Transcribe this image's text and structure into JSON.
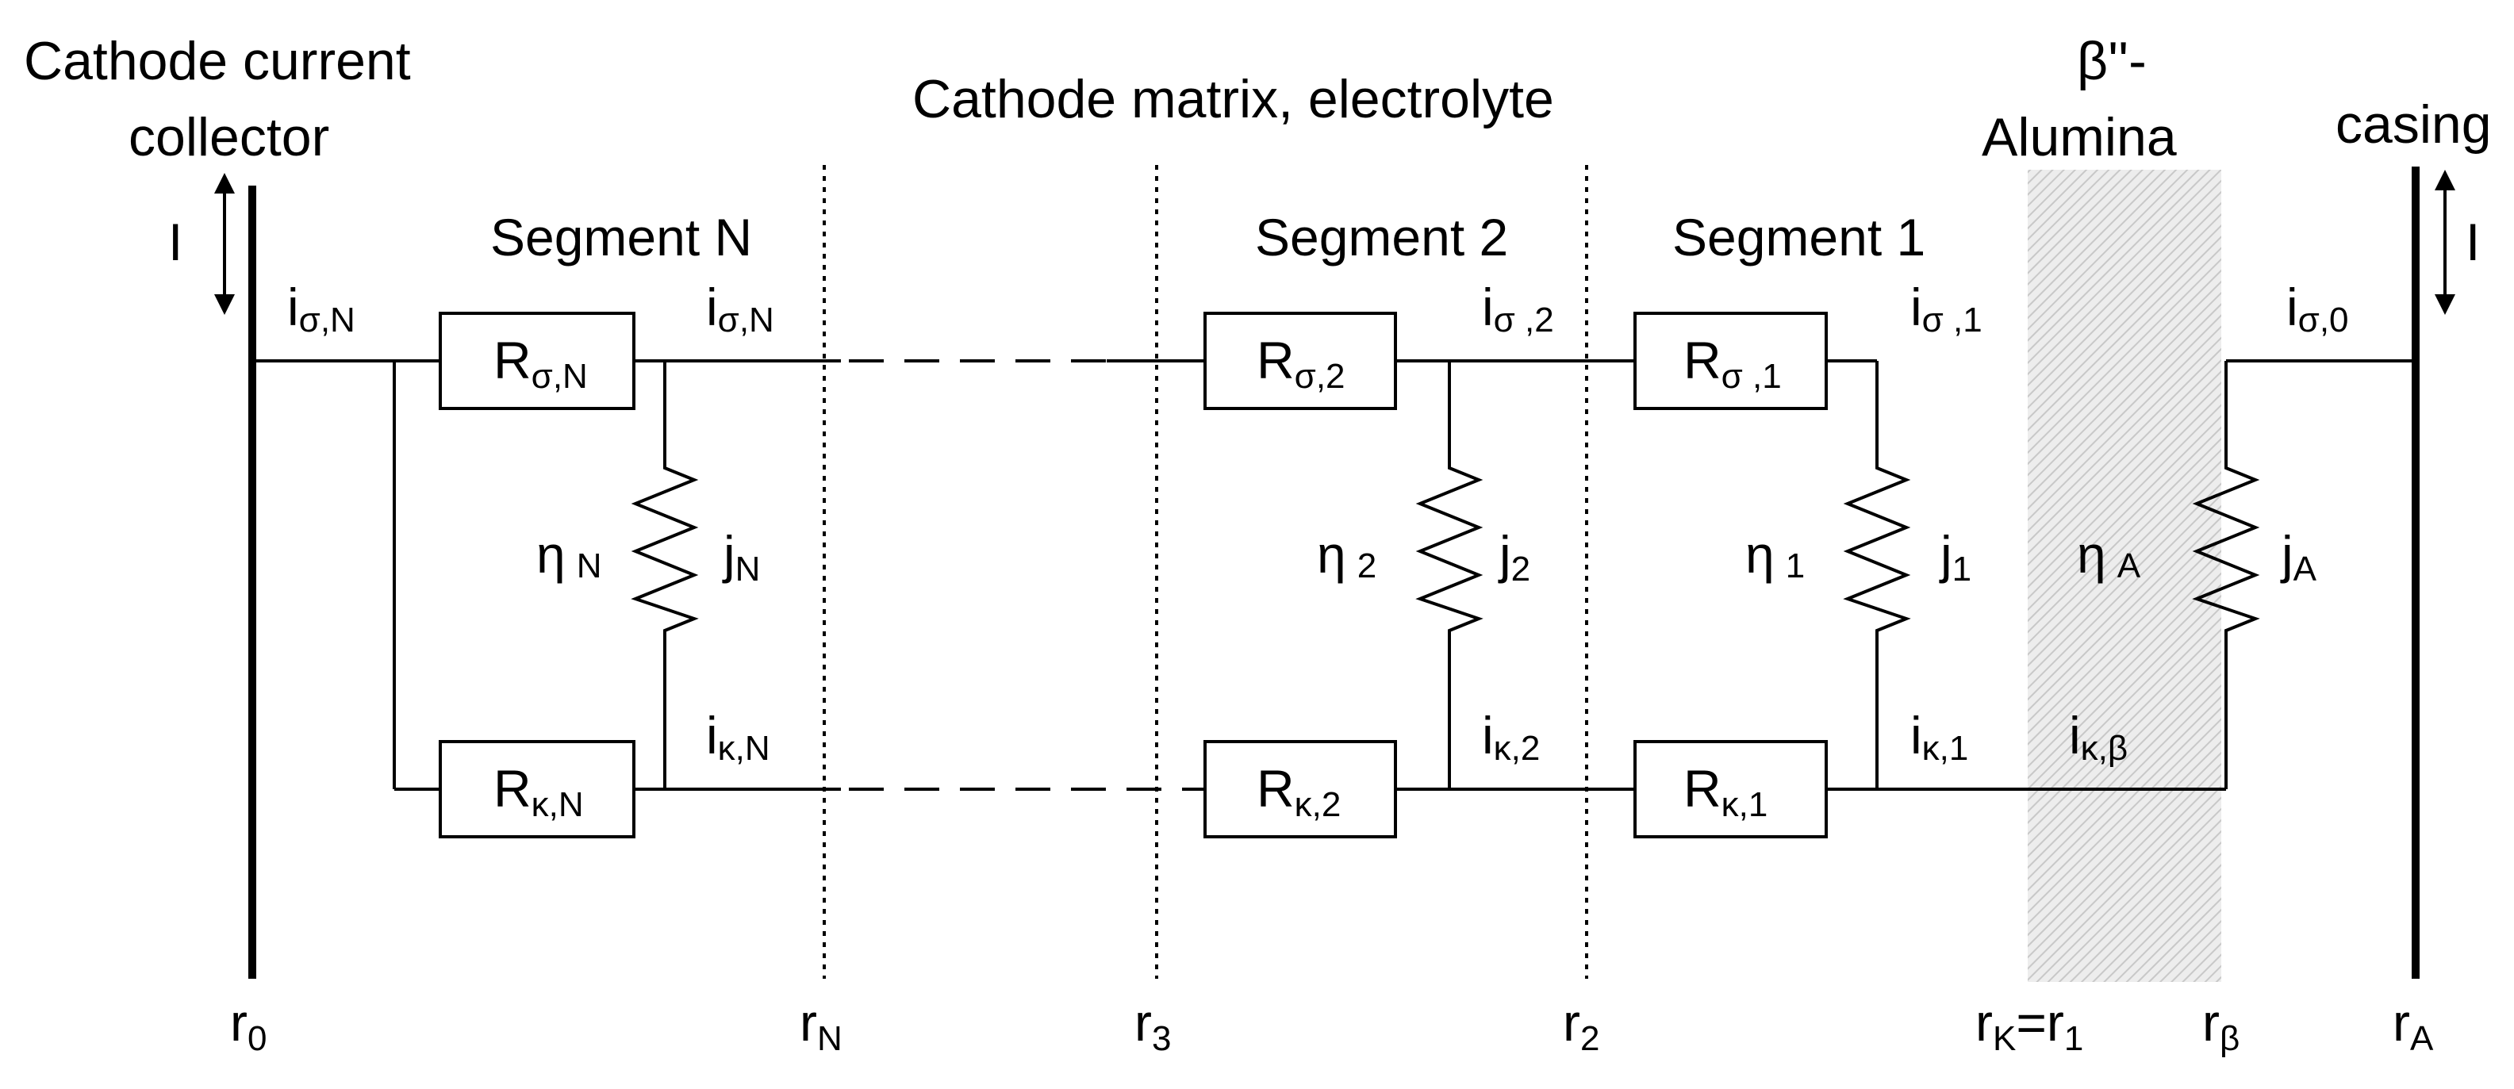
{
  "headings": {
    "cathode_collector_line1": "Cathode current",
    "cathode_collector_line2": "collector",
    "matrix": "Cathode matrix, electrolyte",
    "beta_alumina_line1": "β''-",
    "beta_alumina_line2": "Alumina",
    "casing": "casing"
  },
  "segments": {
    "n": "Segment N",
    "two": "Segment 2",
    "one": "Segment 1"
  },
  "current_symbol": "I",
  "resistors": {
    "sigma_n": {
      "main": "R",
      "sub": "σ,N"
    },
    "sigma_2": {
      "main": "R",
      "sub": "σ,2"
    },
    "sigma_1": {
      "main": "R",
      "sub": "σ ,1"
    },
    "kappa_n": {
      "main": "R",
      "sub": "κ,N"
    },
    "kappa_2": {
      "main": "R",
      "sub": "κ,2"
    },
    "kappa_1": {
      "main": "R",
      "sub": "κ,1"
    }
  },
  "currents": {
    "sigma_n_left": {
      "main": "i",
      "sub": "σ,N"
    },
    "sigma_n_right": {
      "main": "i",
      "sub": "σ,N"
    },
    "sigma_2": {
      "main": "i",
      "sub": "σ ,2"
    },
    "sigma_1": {
      "main": "i",
      "sub": "σ ,1"
    },
    "sigma_0": {
      "main": "i",
      "sub": "σ,0"
    },
    "kappa_n": {
      "main": "i",
      "sub": "κ,N"
    },
    "kappa_2": {
      "main": "i",
      "sub": "κ,2"
    },
    "kappa_1": {
      "main": "i",
      "sub": "κ,1"
    },
    "kappa_beta": {
      "main": "i",
      "sub": "κ,β"
    }
  },
  "overpotentials": {
    "n": {
      "main": "η",
      "sub": "N"
    },
    "two": {
      "main": "η",
      "sub": "2"
    },
    "one": {
      "main": "η",
      "sub": "1"
    },
    "a": {
      "main": "η",
      "sub": "A"
    }
  },
  "current_densities": {
    "n": {
      "main": "j",
      "sub": "N"
    },
    "two": {
      "main": "j",
      "sub": "2"
    },
    "one": {
      "main": "j",
      "sub": "1"
    },
    "a": {
      "main": "j",
      "sub": "A"
    }
  },
  "radii": {
    "r0": {
      "main": "r",
      "sub": "0"
    },
    "rN": {
      "main": "r",
      "sub": "N"
    },
    "r3": {
      "main": "r",
      "sub": "3"
    },
    "r2": {
      "main": "r",
      "sub": "2"
    },
    "rK": {
      "main": "r",
      "sub": "K",
      "mid": "=r",
      "sub2": "1"
    },
    "rbeta": {
      "main": "r",
      "sub": "β"
    },
    "rA": {
      "main": "r",
      "sub": "A"
    }
  },
  "colors": {
    "line": "#000000",
    "alumina_hatch": "#c8c8c8",
    "alumina_fill": "#ededed"
  }
}
